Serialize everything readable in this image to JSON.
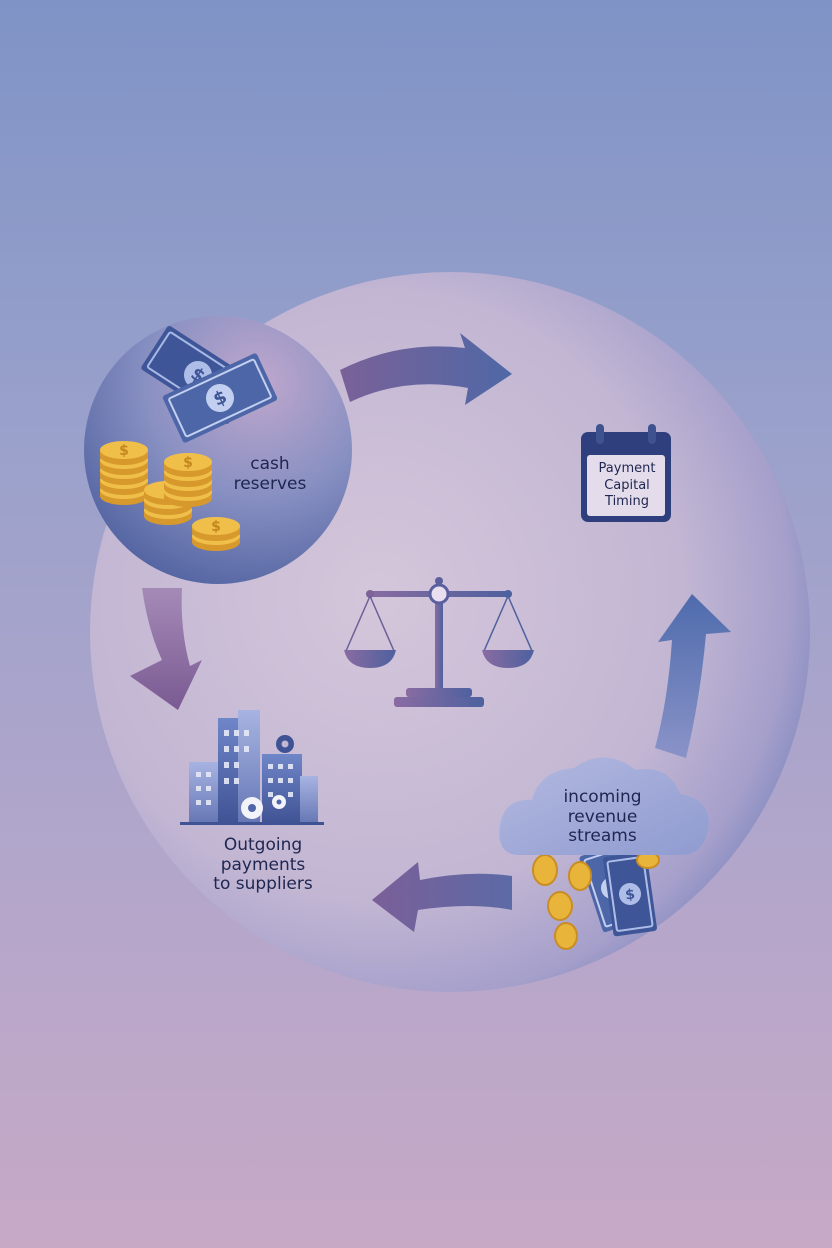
{
  "nodes": {
    "cash_reserves": {
      "lines": [
        "cash",
        "reserves"
      ],
      "icon": "money-stack-icon"
    },
    "calendar": {
      "lines": [
        "Payment",
        "Capital",
        "Timing"
      ],
      "icon": "calendar-icon"
    },
    "incoming": {
      "lines": [
        "incoming",
        "revenue",
        "streams"
      ],
      "icon": "cloud-money-icon"
    },
    "outgoing": {
      "lines": [
        "Outgoing",
        "payments",
        "to suppliers"
      ],
      "icon": "buildings-icon"
    },
    "center": {
      "icon": "balance-scale-icon"
    }
  },
  "colors": {
    "accent_blue": "#4a5e9e",
    "accent_purple": "#7a5a92",
    "coin_gold": "#e9b43a",
    "bill_blue": "#4d66a8",
    "text_dark": "#1f2650"
  }
}
